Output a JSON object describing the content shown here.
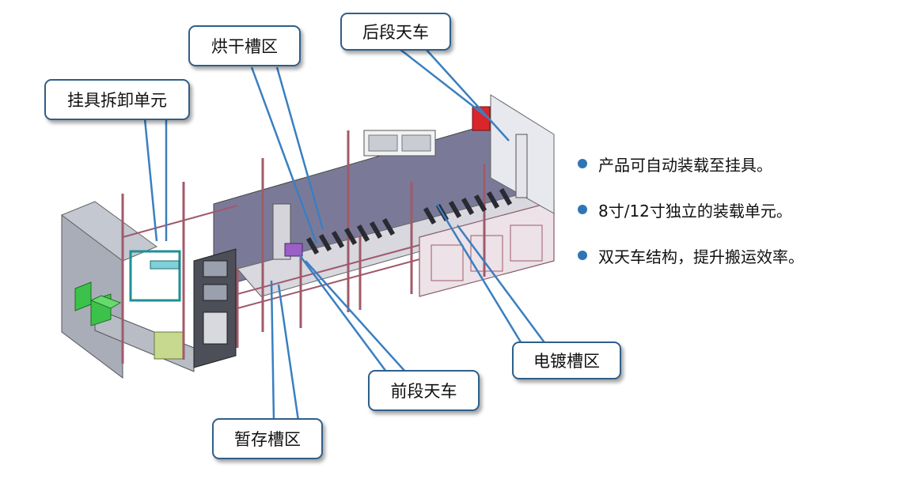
{
  "labels": {
    "gj": "挂具拆卸单元",
    "hg": "烘干槽区",
    "hd": "后段天车",
    "dd": "电镀槽区",
    "qd": "前段天车",
    "zc": "暂存槽区"
  },
  "bullets": [
    "产品可自动装载至挂具。",
    "8寸/12寸独立的装载单元。",
    "双天车结构，提升搬运效率。"
  ],
  "colors": {
    "callout_border": "#2f5f8a",
    "leader_line": "#3a7fc1",
    "bullet_dot": "#2e75b6",
    "frame": "#a05a6a",
    "panel": "#7a7a98"
  }
}
